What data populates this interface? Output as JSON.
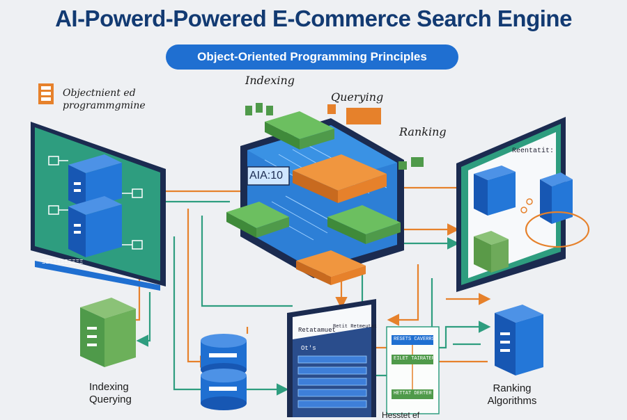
{
  "title": "AI-Powerd-Powered E-Commerce Search Engine",
  "subtitle": "Object-Oriented Programming Principles",
  "labels": {
    "indexing_top": "Indexing",
    "querying_top": "Querying",
    "ranking_top": "Ranking",
    "oop_line1": "Objectnient ed",
    "oop_line2": "programmgmine",
    "chip_text": "AIA:10",
    "left_panel_strip": "ΞΞΞΞΞΞΞΞΞΞΞ",
    "right_panel_header": "Reentatit:",
    "indexing_bottom": "Indexing",
    "querying_bottom": "Querying",
    "ranking_bottom_line1": "Ranking",
    "ranking_bottom_line2": "Algorithms",
    "screen_header_left": "Retatamuet",
    "screen_header_right": "Betit Retmeutat",
    "screen_sub": "Ot's",
    "box_row1": "RESETS CAVERRS",
    "box_row2": "EILET TAIRATER",
    "box_row3": "HETTAT DERTER",
    "bottom_cut": "Hesstet ef"
  },
  "colors": {
    "navy": "#123a72",
    "blue": "#1f6fd1",
    "green": "#4f9a4a",
    "orange": "#e6812b",
    "teal": "#2e9d7f",
    "dark": "#1b2b50"
  }
}
